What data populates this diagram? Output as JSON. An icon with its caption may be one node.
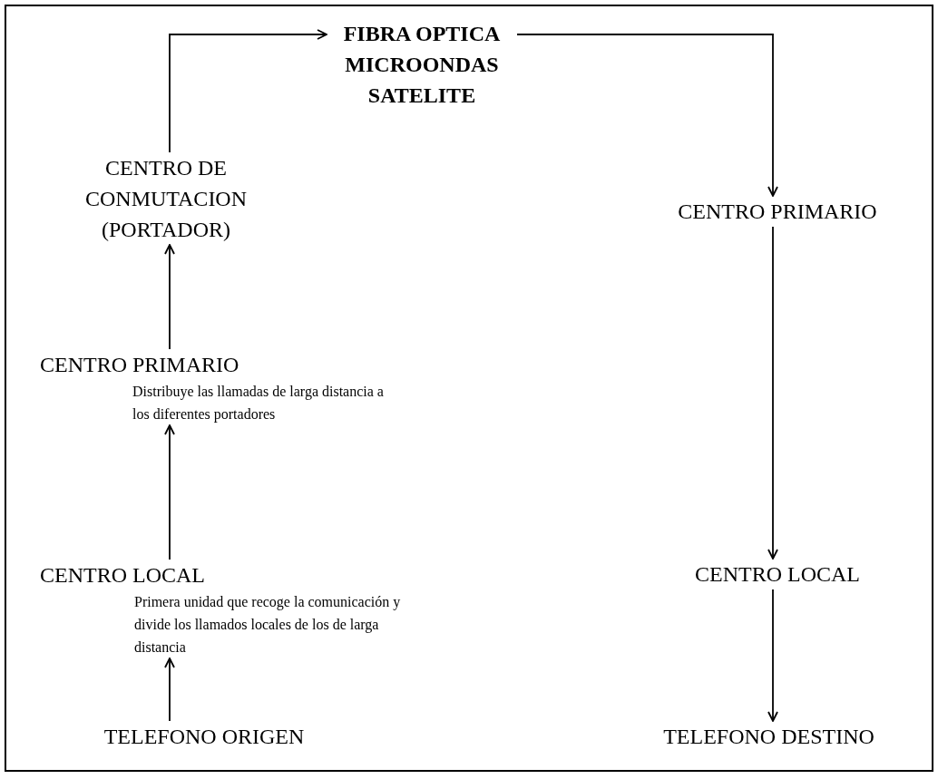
{
  "diagram": {
    "nodes": [
      {
        "text": [
          "TELEFONO ORIGEN"
        ]
      },
      {
        "text": [
          "CENTRO LOCAL"
        ],
        "beside": [
          "Primera unidad que recoge la comunicación y divide los llamados locales de los de larga distancia"
        ]
      },
      {
        "text": [
          "CENTRO PRIMARIO"
        ],
        "beside": [
          "Distribuye las llamadas de larga distancia a los diferentes portadores"
        ]
      },
      {
        "text": [
          "CENTRO DE CONMUTACION (PORTADOR)"
        ]
      },
      {
        "text": [
          "FIBRA OPTICA MICROONDAS SATELITE"
        ]
      },
      {
        "text": [
          "CENTRO PRIMARIO"
        ]
      },
      {
        "text": [
          "CENTRO LOCAL"
        ]
      },
      {
        "text": [
          "TELEFONO DESTINO"
        ]
      }
    ],
    "edges": [
      {
        "from": 0,
        "to": 1,
        "arrow": "to"
      },
      {
        "from": 1,
        "to": 2,
        "arrow": "to"
      },
      {
        "from": 2,
        "to": 3,
        "arrow": "to"
      },
      {
        "from": 3,
        "to": 4,
        "arrow": "to"
      },
      {
        "from": 4,
        "to": 5,
        "arrow": "to"
      },
      {
        "from": 5,
        "to": 6,
        "arrow": "to"
      },
      {
        "from": 6,
        "to": 7,
        "arrow": "to"
      }
    ]
  }
}
